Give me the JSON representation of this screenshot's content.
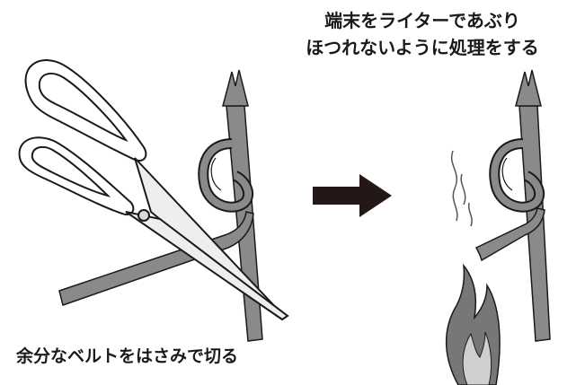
{
  "captions": {
    "right_line1": "端末をライターであぶり",
    "right_line2": "ほつれないように処理をする",
    "left": "余分なベルトをはさみで切る"
  },
  "colors": {
    "belt": "#8a8a8a",
    "outline": "#1a1a1a",
    "arrow": "#231815",
    "flame_outer": "#777777",
    "flame_inner": "#cfcfcf",
    "background": "#ffffff"
  },
  "icons": {
    "tool": "scissors-icon",
    "direction": "arrow-right-icon",
    "heat": "flame-icon",
    "smoke": "smoke-icon"
  }
}
